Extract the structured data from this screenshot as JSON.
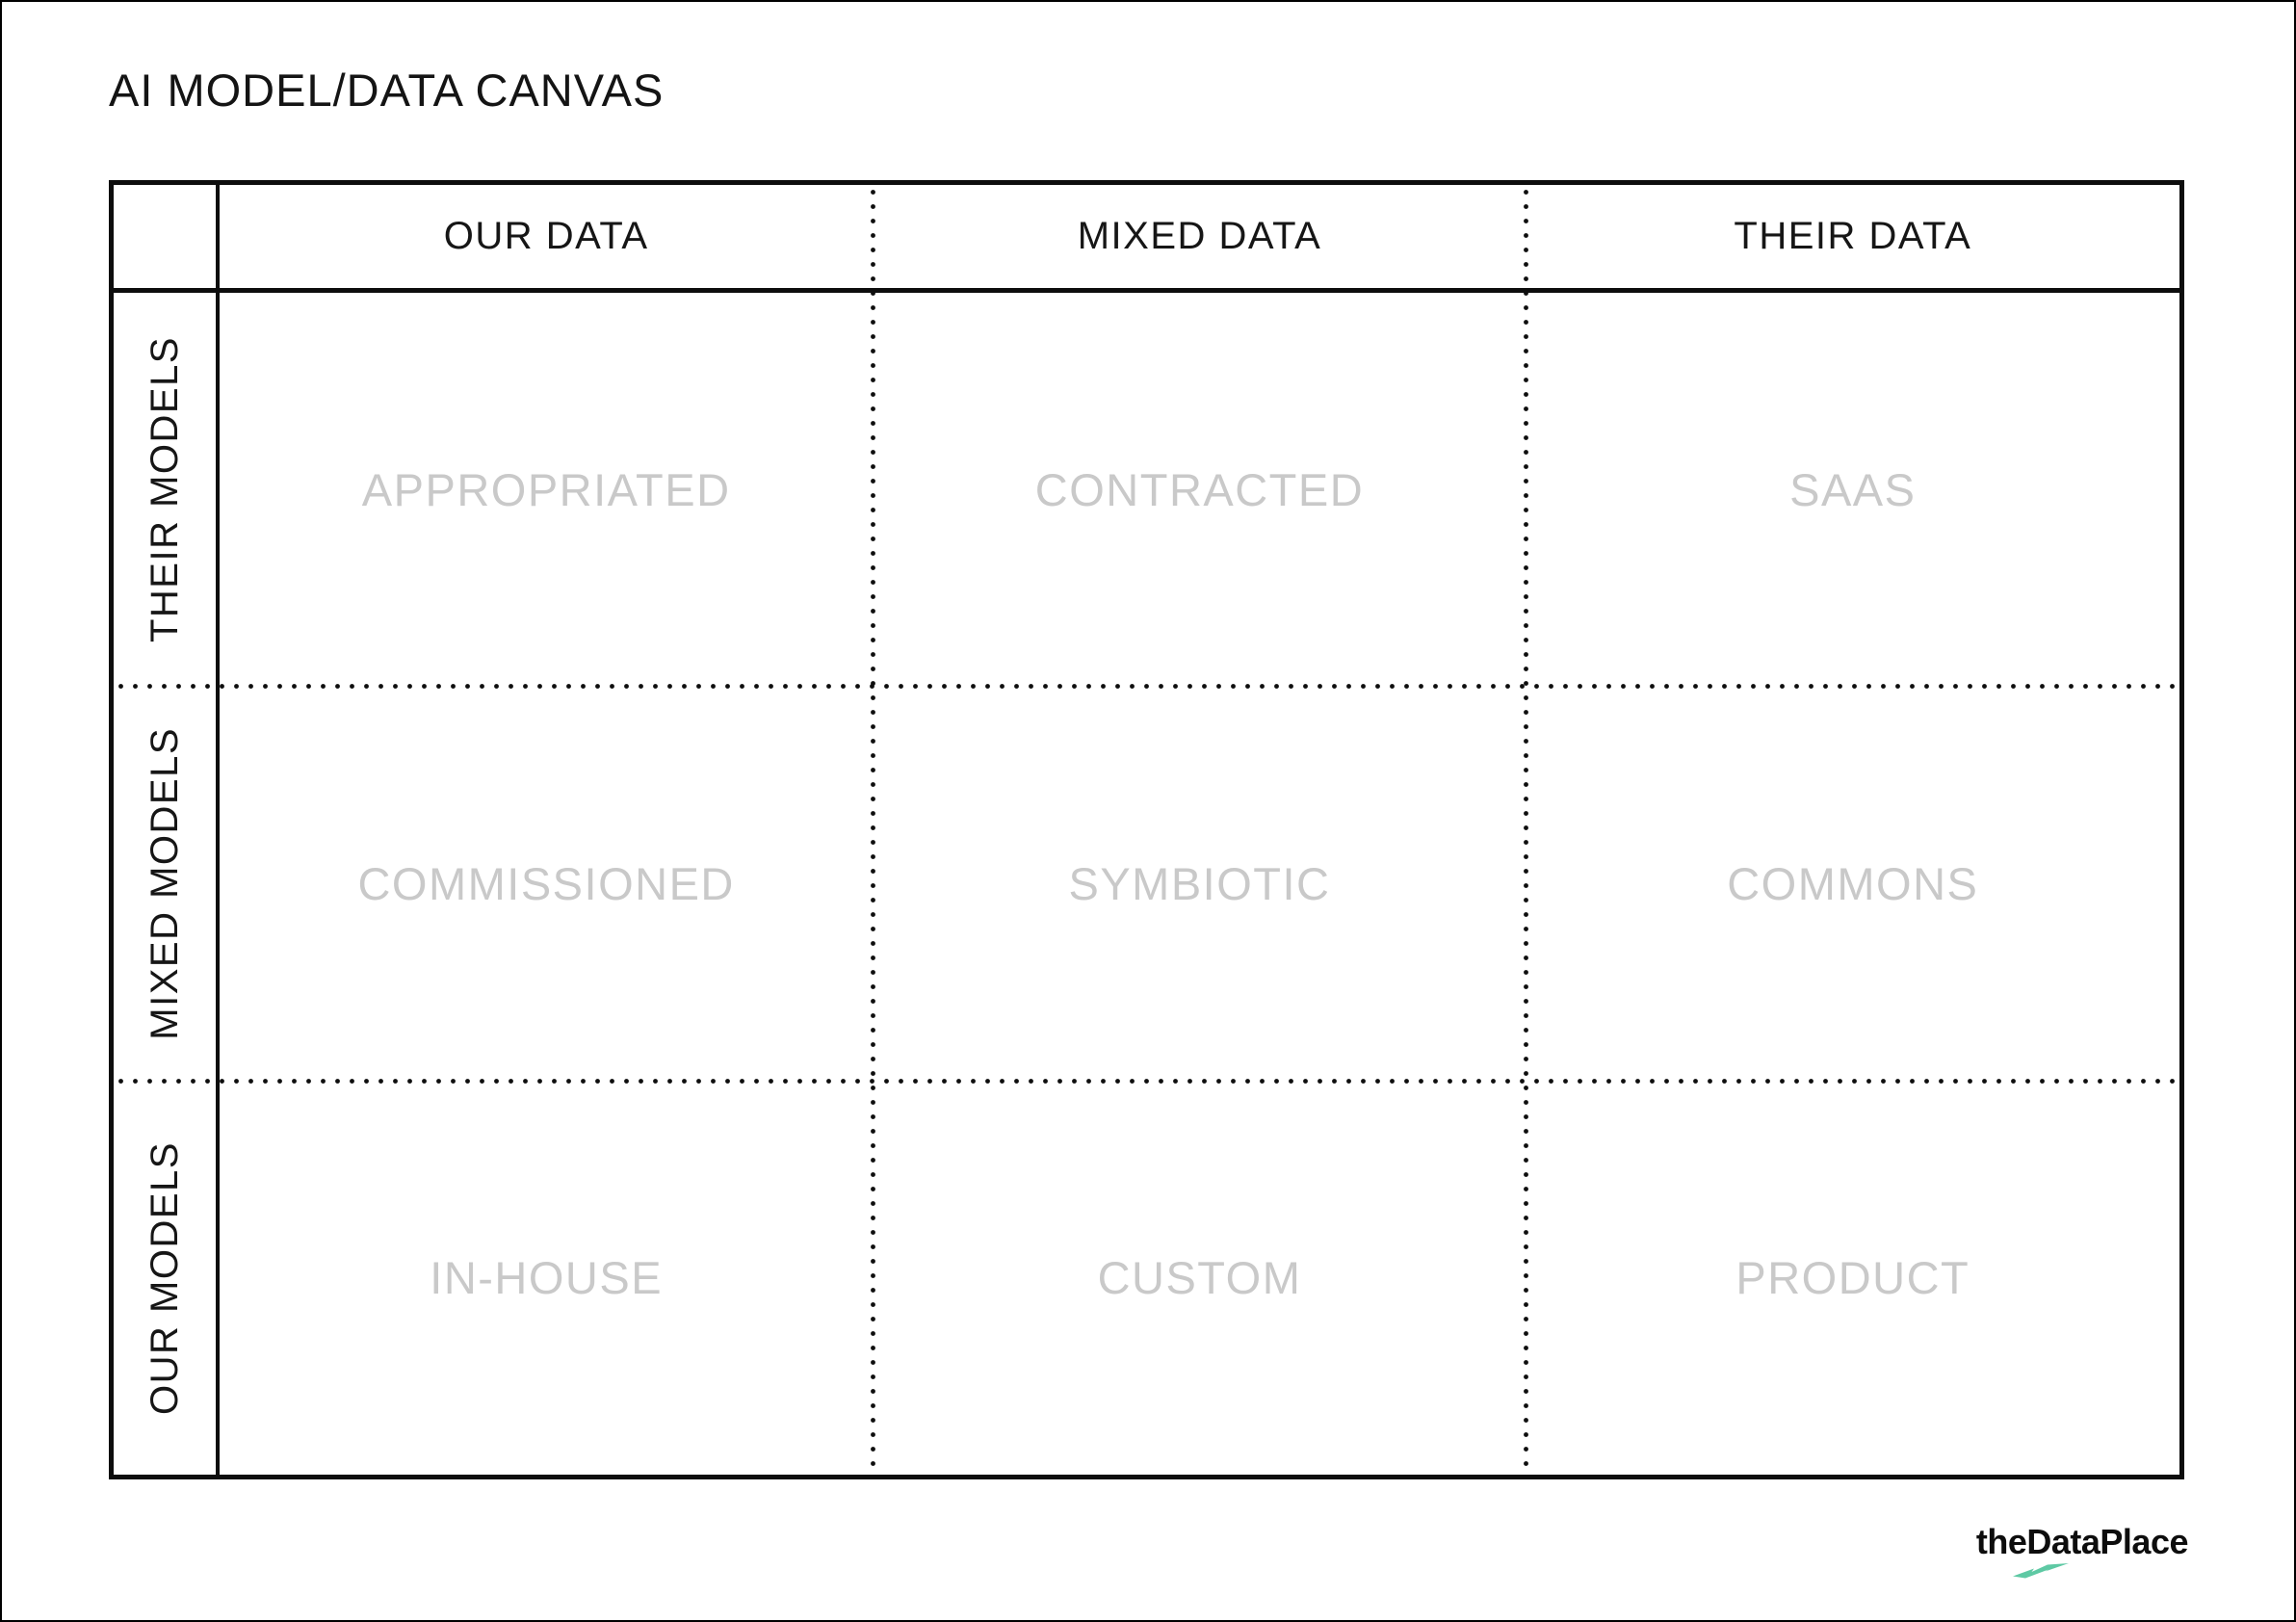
{
  "page": {
    "title": "AI MODEL/DATA CANVAS"
  },
  "matrix": {
    "column_headers": [
      {
        "label": "OUR DATA"
      },
      {
        "label": "MIXED DATA"
      },
      {
        "label": "THEIR DATA"
      }
    ],
    "row_headers": [
      {
        "label": "THEIR MODELS"
      },
      {
        "label": "MIXED MODELS"
      },
      {
        "label": "OUR MODELS"
      }
    ],
    "cells": [
      {
        "row": "THEIR MODELS",
        "col": "OUR DATA",
        "label": "APPROPRIATED"
      },
      {
        "row": "THEIR MODELS",
        "col": "MIXED DATA",
        "label": "CONTRACTED"
      },
      {
        "row": "THEIR MODELS",
        "col": "THEIR DATA",
        "label": "SAAS"
      },
      {
        "row": "MIXED MODELS",
        "col": "OUR DATA",
        "label": "COMMISSIONED"
      },
      {
        "row": "MIXED MODELS",
        "col": "MIXED DATA",
        "label": "SYMBIOTIC"
      },
      {
        "row": "MIXED MODELS",
        "col": "THEIR DATA",
        "label": "COMMONS"
      },
      {
        "row": "OUR MODELS",
        "col": "OUR DATA",
        "label": "IN-HOUSE"
      },
      {
        "row": "OUR MODELS",
        "col": "MIXED DATA",
        "label": "CUSTOM"
      },
      {
        "row": "OUR MODELS",
        "col": "THEIR DATA",
        "label": "PRODUCT"
      }
    ]
  },
  "logo": {
    "text": "theDataPlace",
    "bolt_color": "#5EC9A4"
  },
  "colors": {
    "line": "#0D0D0D",
    "header_text": "#161616",
    "cell_label": "#C9C9C9",
    "background": "#FFFFFF"
  }
}
